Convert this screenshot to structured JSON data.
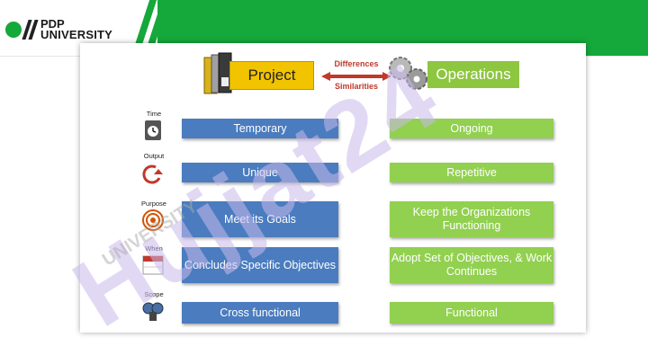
{
  "brand": {
    "line1": "PDP",
    "line2": "UNIVERSITY",
    "accent": "#15a83a"
  },
  "header": {
    "project_label": "Project",
    "operations_label": "Operations",
    "differences": "Differences",
    "similarities": "Similarities"
  },
  "rows": [
    {
      "label": "Time",
      "icon": "clock-icon",
      "project": "Temporary",
      "operations": "Ongoing"
    },
    {
      "label": "Output",
      "icon": "power-arrow-icon",
      "project": "Unique",
      "operations": "Repetitive"
    },
    {
      "label": "Purpose",
      "icon": "target-icon",
      "project": "Meet its Goals",
      "operations": "Keep the Organizations Functioning"
    },
    {
      "label": "When",
      "icon": "calendar-icon",
      "project": "Concludes Specific Objectives",
      "operations": "Adopt Set of Objectives, & Work Continues"
    },
    {
      "label": "Scope",
      "icon": "binoculars-icon",
      "project": "Cross functional",
      "operations": "Functional"
    }
  ],
  "watermark": {
    "main": "Hujjat24",
    "sub": "UNIVERSITY"
  },
  "colors": {
    "project": "#f2c400",
    "operations": "#8dc63f",
    "blue_box": "#4a7cbf",
    "green_box": "#92d050"
  }
}
